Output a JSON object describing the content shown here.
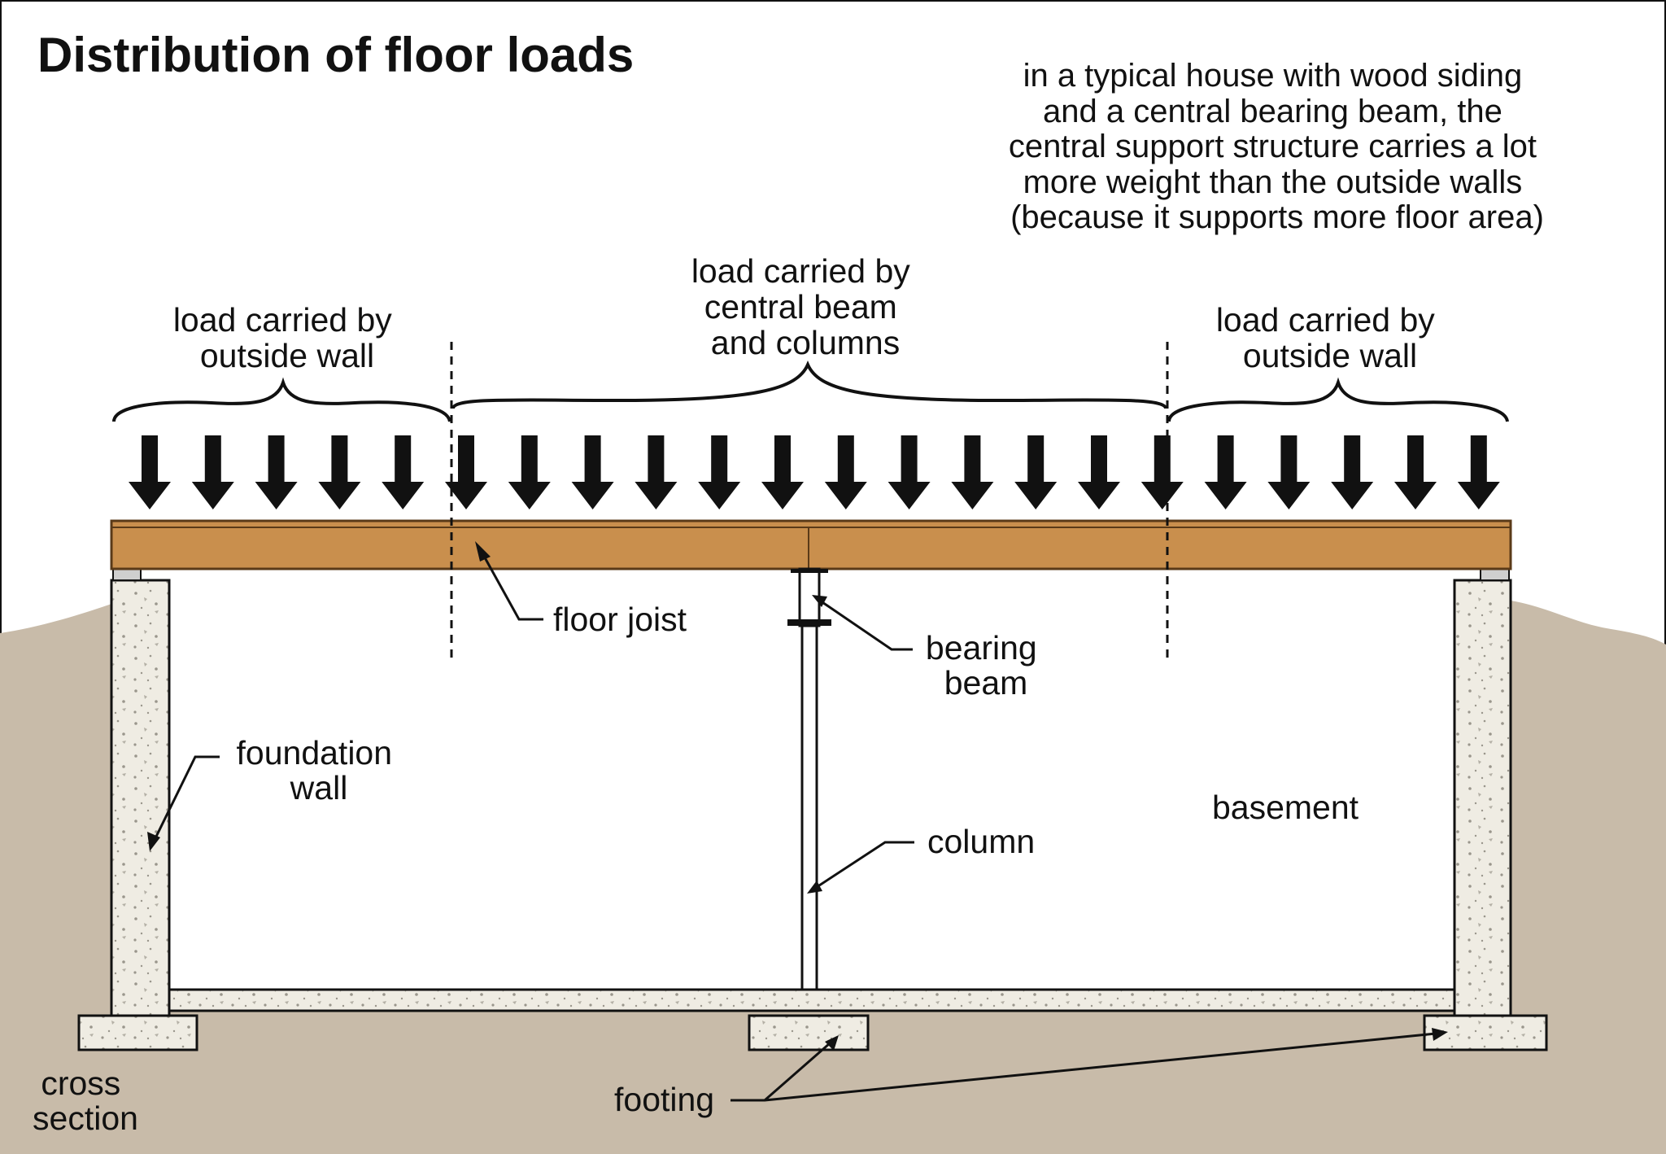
{
  "title": "Distribution of floor loads",
  "note_lines": [
    "in a typical house with wood siding",
    "and a central bearing beam, the",
    "central support structure carries a lot",
    "more weight than the outside walls",
    "(because it supports more floor area)"
  ],
  "load_labels": {
    "left": [
      "load carried by",
      "outside wall"
    ],
    "center": [
      "load carried by",
      "central beam",
      "and columns"
    ],
    "right": [
      "load carried by",
      "outside wall"
    ]
  },
  "callouts": {
    "floor_joist": [
      "floor joist"
    ],
    "bearing_beam": [
      "bearing",
      "beam"
    ],
    "foundation_wall": [
      "foundation",
      "wall"
    ],
    "column": [
      "column"
    ],
    "basement": [
      "basement"
    ],
    "footing": [
      "footing"
    ],
    "cross_section": [
      "cross",
      "section"
    ]
  },
  "colors": {
    "ground": "#c8bba9",
    "joist": "#c98f4d",
    "joist_outline": "#5a3a18",
    "concrete": "#efece3",
    "line": "#111111",
    "background": "#ffffff"
  }
}
